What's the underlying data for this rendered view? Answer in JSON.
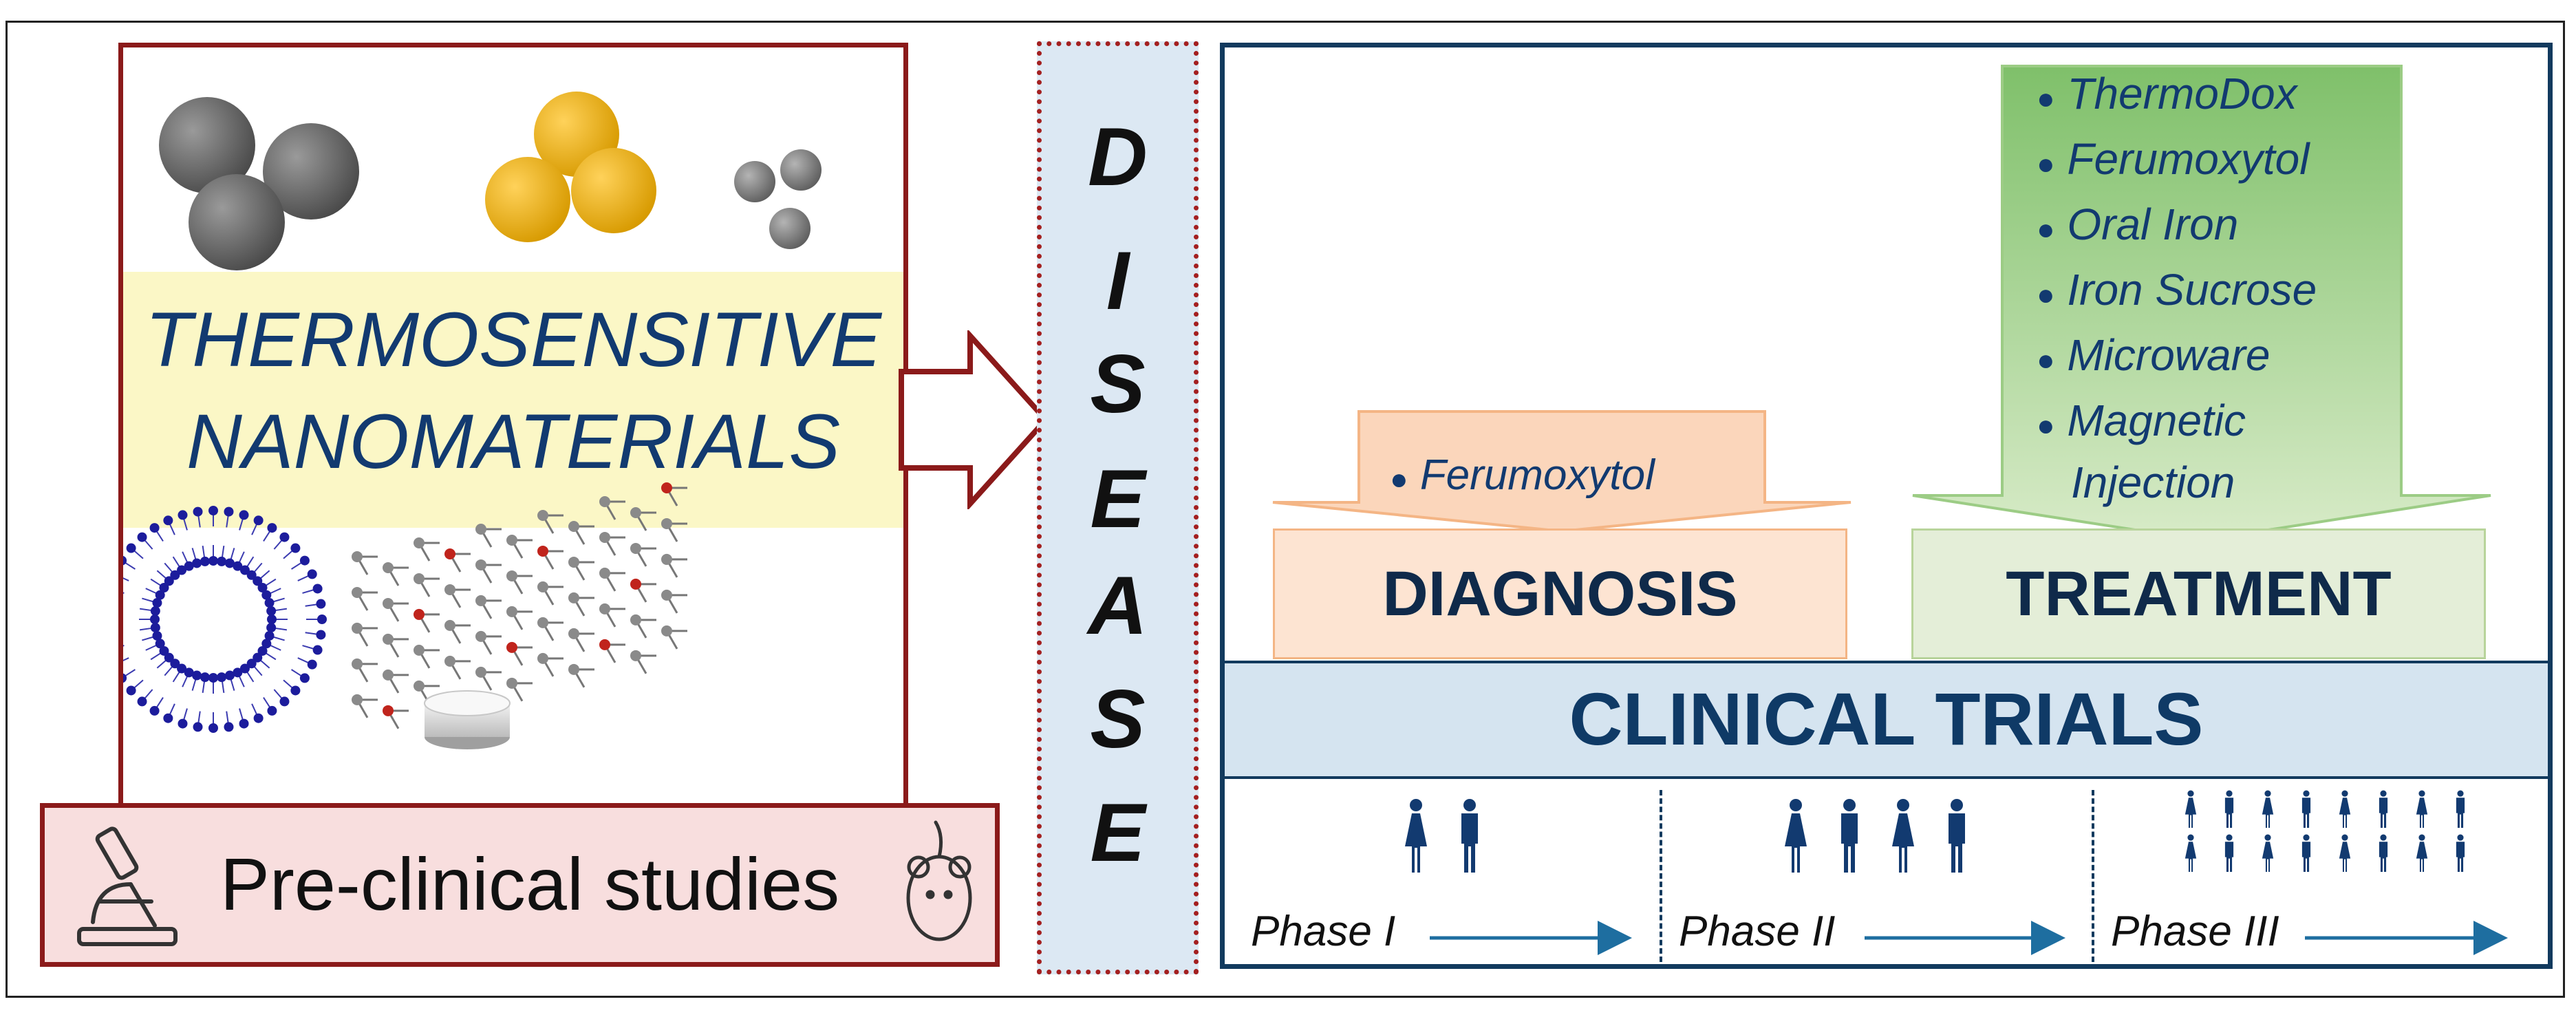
{
  "left_panel": {
    "title_line1": "THERMOSENSITIVE",
    "title_line2": "NANOMATERIALS",
    "preclinical": "Pre-clinical studies"
  },
  "disease": {
    "letters": [
      "D",
      "I",
      "S",
      "E",
      "A",
      "S",
      "E"
    ]
  },
  "diagnosis": {
    "label": "DIAGNOSIS",
    "items": [
      "Ferumoxytol"
    ]
  },
  "treatment": {
    "label": "TREATMENT",
    "items": [
      "ThermoDox",
      "Ferumoxytol",
      "Oral Iron",
      "Iron Sucrose",
      "Microware",
      "Magnetic",
      "Injection"
    ]
  },
  "clinical_trials": {
    "label": "CLINICAL TRIALS",
    "phases": [
      {
        "label": "Phase I",
        "people": 2
      },
      {
        "label": "Phase II",
        "people": 4
      },
      {
        "label": "Phase III",
        "people": 16
      }
    ]
  },
  "colors": {
    "left_border": "#8b1a1a",
    "right_border": "#123a5e",
    "navy_text": "#123a70",
    "diagnosis_fill": "#fde4d2",
    "treatment_fill": "#e4eed8",
    "disease_fill": "#dce8f3"
  }
}
